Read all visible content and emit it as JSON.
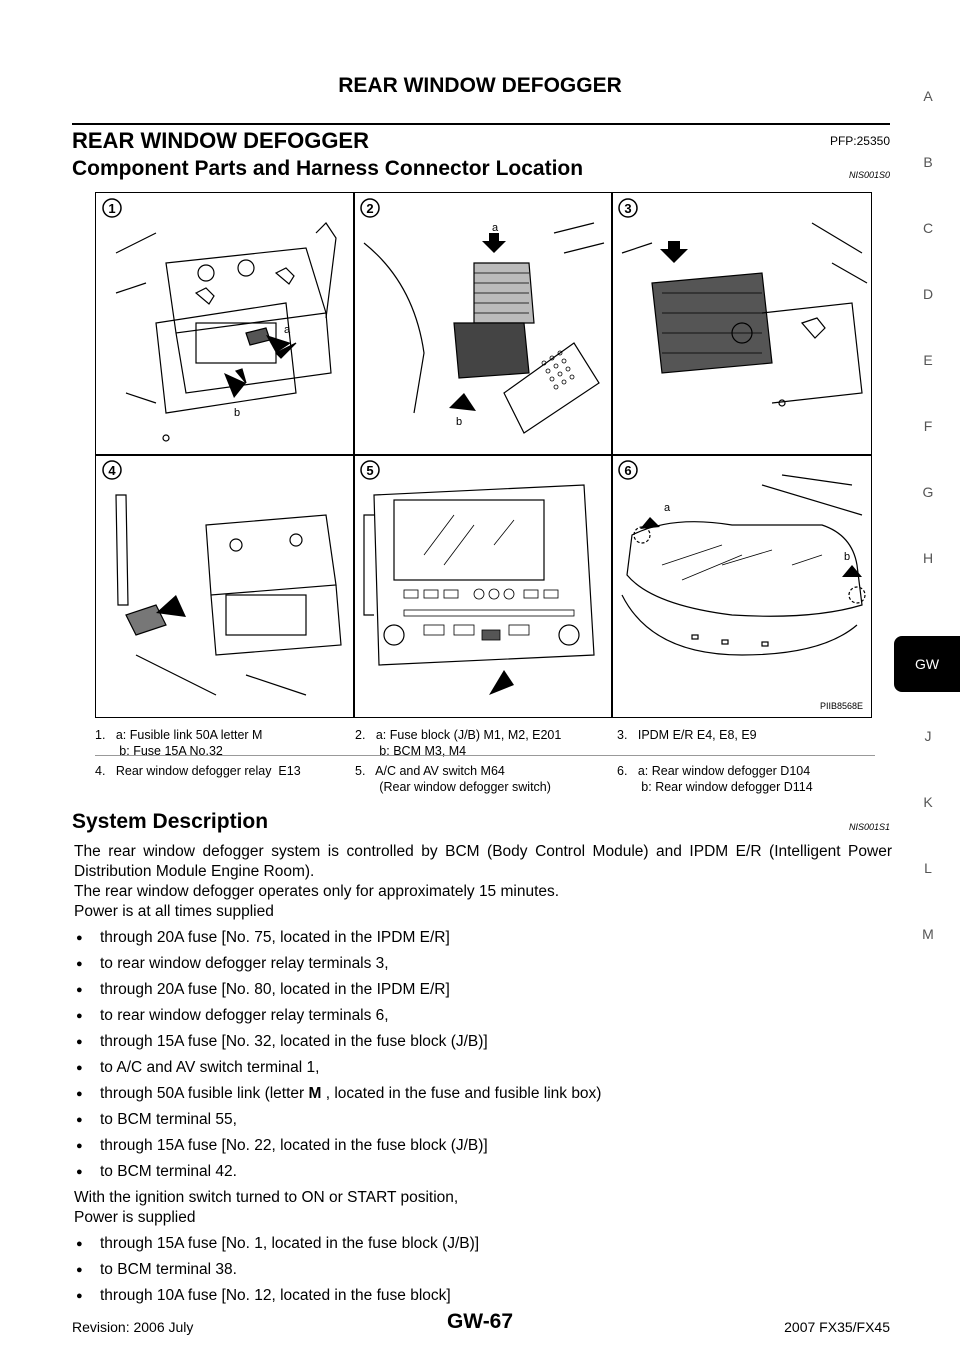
{
  "header": {
    "running_title": "REAR WINDOW DEFOGGER"
  },
  "main_heading": {
    "title": "REAR WINDOW DEFOGGER",
    "pfp": "PFP:25350"
  },
  "section1": {
    "title": "Component Parts and Harness Connector Location",
    "code": "NIS001S0"
  },
  "figure": {
    "id": "PIIB8568E",
    "panels": [
      {
        "num": "1",
        "labels": [
          "a",
          "b"
        ]
      },
      {
        "num": "2",
        "labels": [
          "a",
          "b"
        ]
      },
      {
        "num": "3",
        "labels": []
      },
      {
        "num": "4",
        "labels": []
      },
      {
        "num": "5",
        "labels": []
      },
      {
        "num": "6",
        "labels": [
          "a",
          "b"
        ]
      }
    ]
  },
  "captions": [
    "1.   a: Fusible link 50A letter M\n       b: Fuse 15A No.32",
    "2.   a: Fuse block (J/B) M1, M2, E201\n       b: BCM M3, M4",
    "3.   IPDM E/R E4, E8, E9",
    "4.   Rear window defogger relay  E13",
    "5.   A/C and AV switch M64\n       (Rear window defogger switch)",
    "6.   a: Rear window defogger D104\n       b: Rear window defogger D114"
  ],
  "section2": {
    "title": "System Description",
    "code": "NIS001S1"
  },
  "intro": [
    "The rear window defogger system is controlled by BCM (Body Control Module) and IPDM E/R (Intelligent Power Distribution Module Engine Room).",
    "The rear window defogger  operates only for approximately 15 minutes.",
    "Power is at all times supplied"
  ],
  "bullets1": [
    "through 20A fuse [No. 75, located in the IPDM E/R]",
    "to rear window defogger relay terminals 3,",
    "through 20A fuse [No. 80, located in the IPDM E/R]",
    "to rear window defogger relay terminals 6,",
    "through 15A fuse [No. 32, located in the fuse block (J/B)]",
    "to A/C and AV switch terminal 1,"
  ],
  "bullet_m": {
    "before": "through 50A fusible link (letter ",
    "bold": "M",
    "after": " , located in the fuse and fusible link box)"
  },
  "bullets2": [
    "to BCM terminal 55,",
    "through 15A fuse [No. 22, located in the fuse block (J/B)]",
    "to BCM terminal 42."
  ],
  "intro2": [
    "With the ignition switch turned to ON or START position,",
    "Power is supplied"
  ],
  "bullets3": [
    "through 15A fuse [No. 1, located in the fuse block (J/B)]",
    "to BCM terminal 38.",
    "through 10A fuse [No. 12, located in the fuse block]"
  ],
  "side_tabs": [
    "A",
    "B",
    "C",
    "D",
    "E",
    "F",
    "G",
    "H",
    "GW",
    "J",
    "K",
    "L",
    "M"
  ],
  "active_tab": "GW",
  "footer": {
    "revision": "Revision: 2006 July",
    "page": "GW-67",
    "model": "2007 FX35/FX45"
  }
}
